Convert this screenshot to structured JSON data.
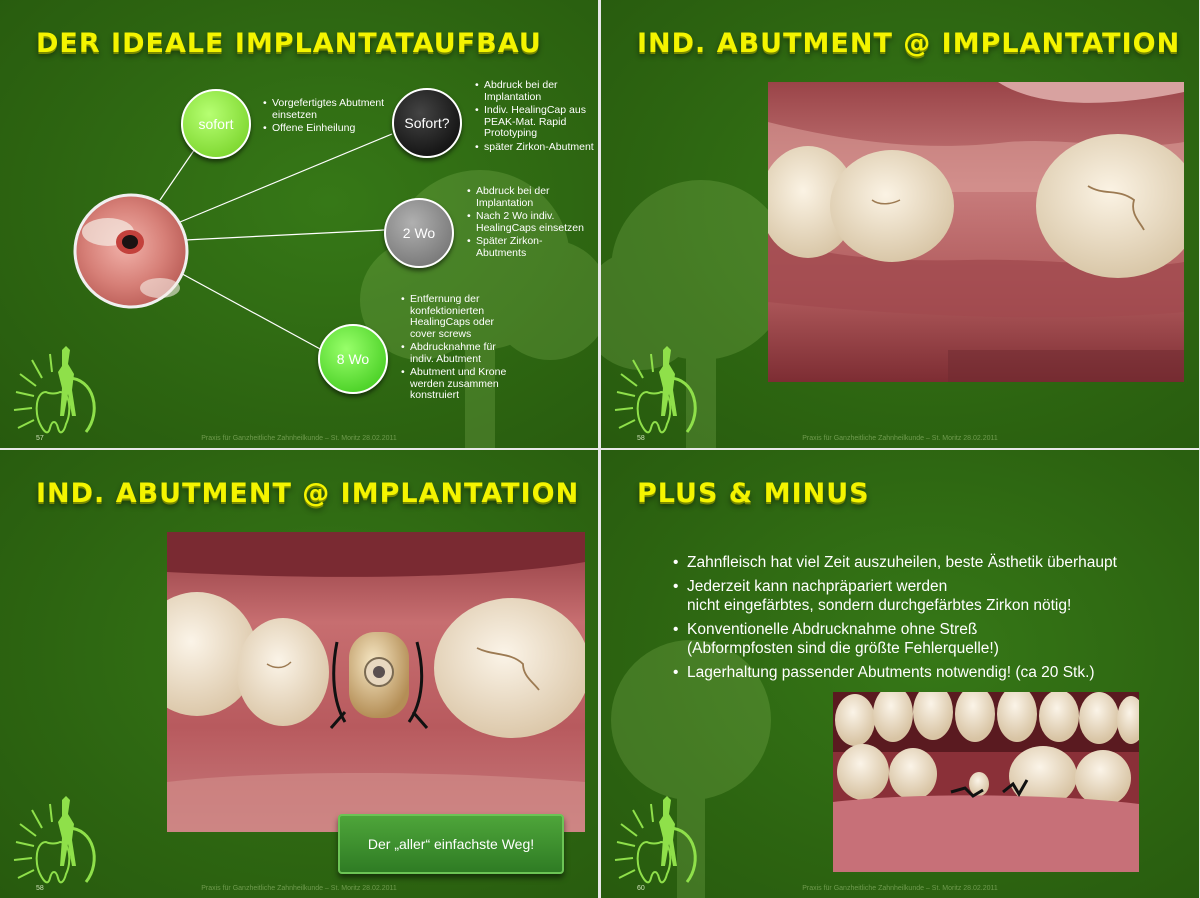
{
  "slides": [
    {
      "title": "DER IDEALE IMPLANTATAUFBAU",
      "page": "57",
      "footer": "Praxis für Ganzheitliche Zahnheilkunde – St. Moritz 28.02.2011",
      "nodes": [
        {
          "label": "sofort",
          "color": "#8ee63a",
          "bullets": [
            "Vorgefertigtes Abutment einsetzen",
            "Offene Einheilung"
          ]
        },
        {
          "label": "Sofort?",
          "color": "#111111",
          "bullets": [
            "Abdruck bei der Implantation",
            "Indiv. HealingCap aus PEAK-Mat. Rapid Prototyping",
            "später Zirkon-Abutment"
          ]
        },
        {
          "label": "2 Wo",
          "color": "#8a8a8a",
          "bullets": [
            "Abdruck bei der Implantation",
            "Nach 2 Wo indiv. HealingCaps einsetzen",
            "Später Zirkon-Abutments"
          ]
        },
        {
          "label": "8 Wo",
          "color": "#4fdc2c",
          "bullets": [
            "Entfernung der konfektionierten HealingCaps oder cover screws",
            "Abdrucknahme für indiv. Abutment",
            "Abutment und Krone werden zusammen konstruiert"
          ]
        }
      ]
    },
    {
      "title": "IND. ABUTMENT @ IMPLANTATION",
      "page": "58",
      "footer": "Praxis für Ganzheitliche Zahnheilkunde – St. Moritz 28.02.2011"
    },
    {
      "title": "IND. ABUTMENT @ IMPLANTATION",
      "page": "58",
      "footer": "Praxis für Ganzheitliche Zahnheilkunde – St. Moritz 28.02.2011",
      "callout": "Der „aller“ einfachste Weg!"
    },
    {
      "title": "PLUS & MINUS",
      "page": "60",
      "footer": "Praxis für Ganzheitliche Zahnheilkunde – St. Moritz 28.02.2011",
      "bullets": [
        [
          "Zahnfleisch hat viel Zeit auszuheilen, beste Ästhetik überhaupt"
        ],
        [
          "Jederzeit kann nachpräpariert werden",
          "nicht eingefärbtes, sondern durchgefärbtes Zirkon nötig!"
        ],
        [
          "Konventionelle Abdrucknahme ohne Streß",
          "(Abformpfosten sind die größte Fehlerquelle!)"
        ],
        [
          "Lagerhaltung passender Abutments notwendig! (ca 20 Stk.)"
        ]
      ]
    }
  ],
  "colors": {
    "title": "#f4f400",
    "background": "#2f6a12"
  }
}
